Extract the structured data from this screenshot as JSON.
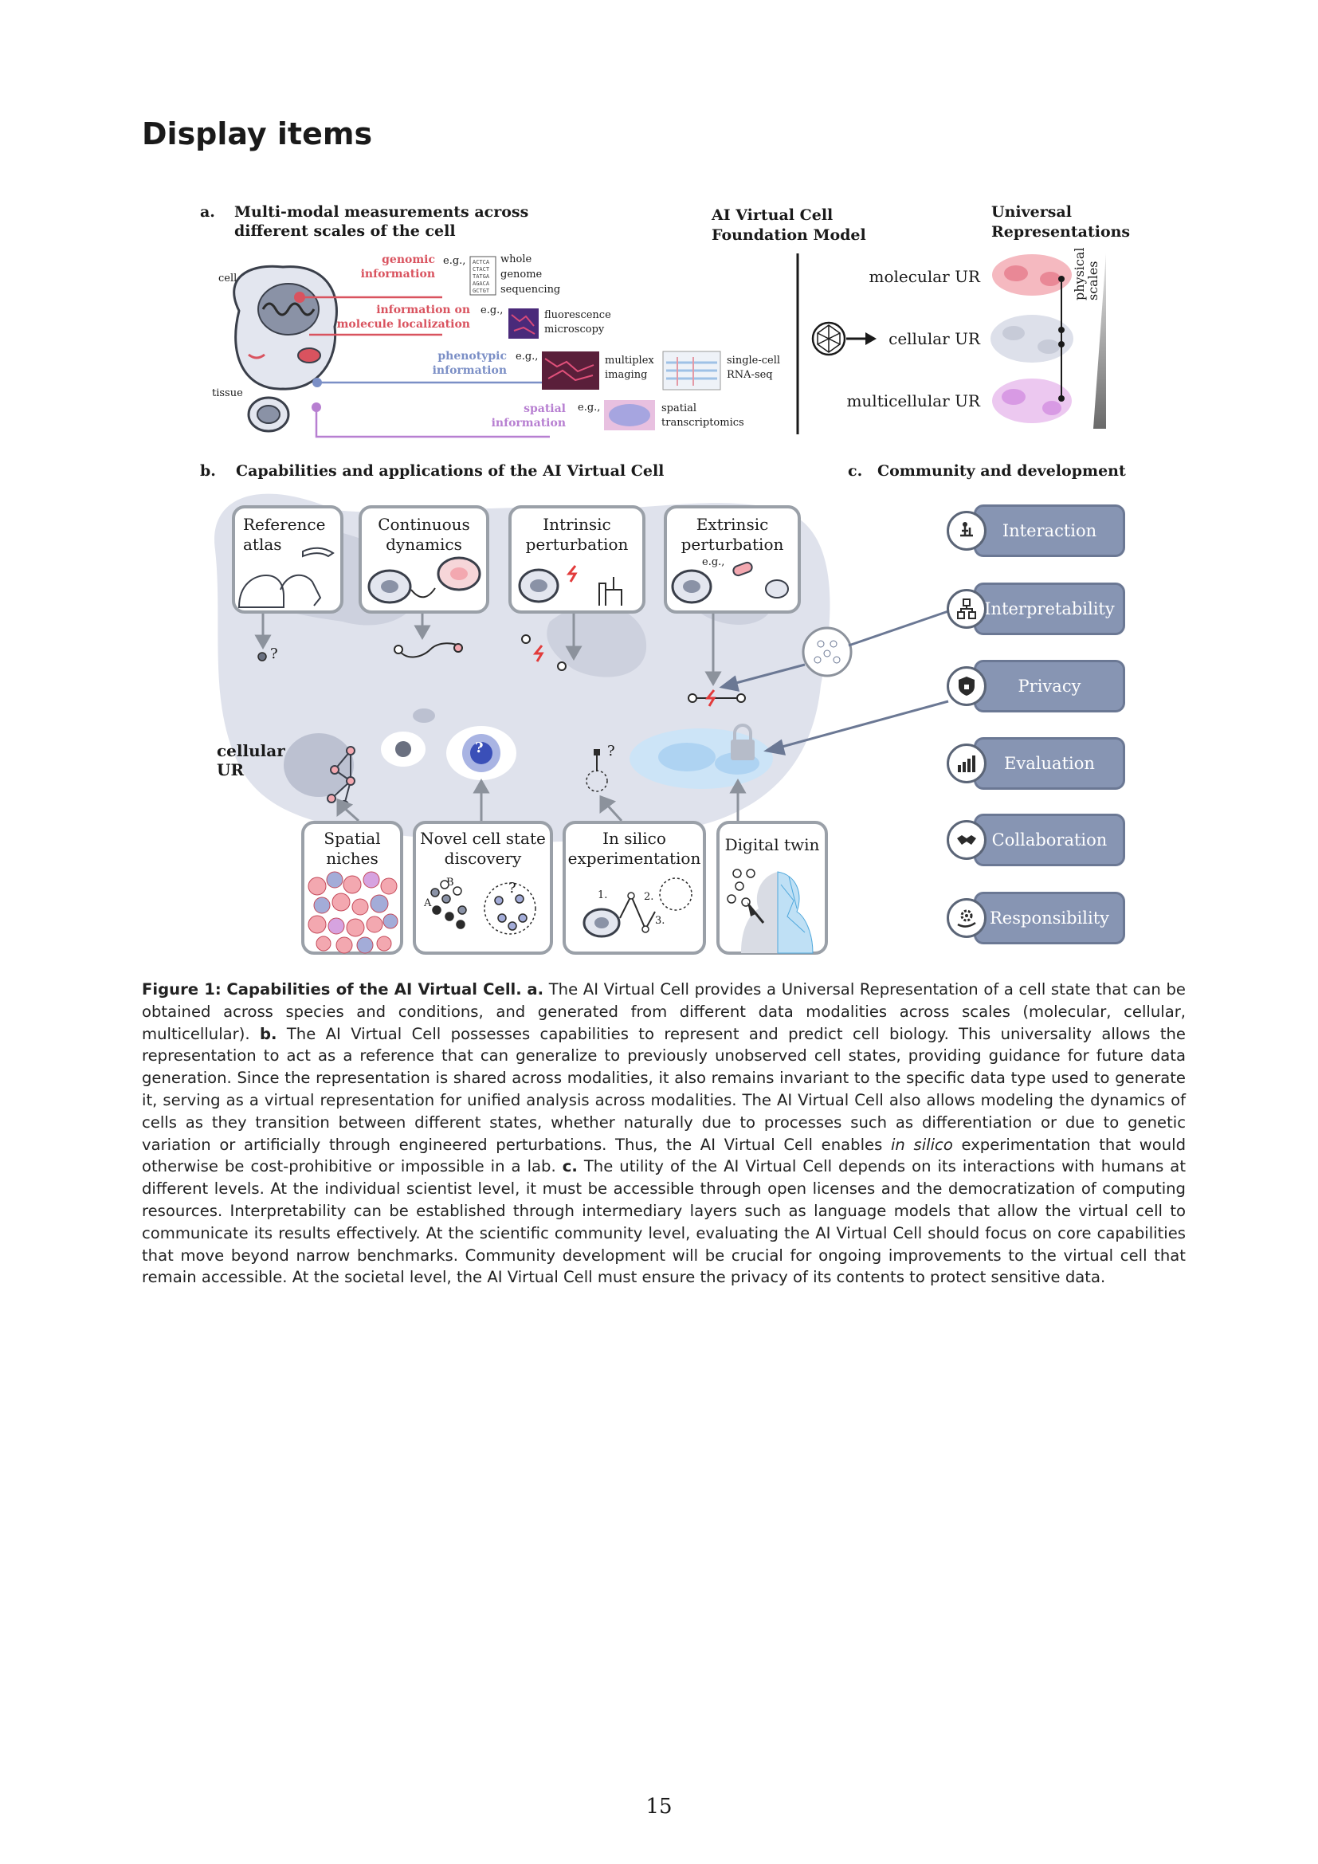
{
  "heading": "Display items",
  "panel_a": {
    "letter": "a.",
    "title_line1": "Multi-modal measurements across",
    "title_line2": "different scales of the cell",
    "cell_label": "cell",
    "tissue_label": "tissue",
    "genomic_1": "genomic",
    "genomic_2": "information",
    "localization_1": "information on",
    "localization_2": "molecule localization",
    "phenotypic_1": "phenotypic",
    "phenotypic_2": "information",
    "spatial_1": "spatial",
    "spatial_2": "information",
    "eg": "e.g.,",
    "wgs_1": "whole",
    "wgs_2": "genome",
    "wgs_3": "sequencing",
    "fluor_1": "fluorescence",
    "fluor_2": "microscopy",
    "multiplex_1": "multiplex",
    "multiplex_2": "imaging",
    "scrna_1": "single-cell",
    "scrna_2": "RNA-seq",
    "st_1": "spatial",
    "st_2": "transcriptomics",
    "model_1": "AI Virtual Cell",
    "model_2": "Foundation Model",
    "ur_1": "Universal",
    "ur_2": "Representations",
    "molecular_ur": "molecular UR",
    "cellular_ur": "cellular UR",
    "multicellular_ur": "multicellular UR",
    "physical_scales": "physical scales",
    "dna_seq": [
      "ACTCA",
      "CTACT",
      "TATGA",
      "AGACA",
      "GCTGT"
    ]
  },
  "panel_b": {
    "letter": "b.",
    "title": "Capabilities and applications of the AI Virtual Cell",
    "reference_atlas": "Reference atlas",
    "continuous_dynamics": "Continuous dynamics",
    "intrinsic_perturbation": "Intrinsic perturbation",
    "extrinsic_perturbation": "Extrinsic perturbation",
    "extrinsic_eg": "e.g.,",
    "cellular_ur": "cellular UR",
    "spatial_niches": "Spatial niches",
    "novel_cell_state": "Novel cell state discovery",
    "in_silico": "In silico experimentation",
    "digital_twin": "Digital twin",
    "label_a": "A",
    "label_b": "B",
    "step_1": "1.",
    "step_2": "2.",
    "step_3": "3.",
    "question": "?"
  },
  "panel_c": {
    "letter": "c.",
    "title": "Community and development",
    "items": [
      "Interaction",
      "Interpretability",
      "Privacy",
      "Evaluation",
      "Collaboration",
      "Responsibility"
    ]
  },
  "caption": {
    "fig_label": "Figure 1:",
    "fig_title": "Capabilities of the AI Virtual Cell.",
    "a_label": "a.",
    "a_text": "The AI Virtual Cell provides a Universal Representation of a cell state that can be obtained across species and conditions, and generated from different data modalities across scales (molecular, cellular, multicellular).",
    "b_label": "b.",
    "b_text_1": "The AI Virtual Cell possesses capabilities to represent and predict cell biology. This universality allows the representation to act as a reference that can generalize to previously unobserved cell states, providing guidance for future data generation. Since the representation is shared across modalities, it also remains invariant to the specific data type used to generate it, serving as a virtual representation for unified analysis across modalities. The AI Virtual Cell also allows modeling the dynamics of cells as they transition between different states, whether naturally due to processes such as differentiation or due to genetic variation or artificially through engineered perturbations. Thus, the AI Virtual Cell enables",
    "b_italic": "in silico",
    "b_text_2": "experimentation that would otherwise be cost-prohibitive or impossible in a lab.",
    "c_label": "c.",
    "c_text": "The utility of the AI Virtual Cell depends on its interactions with humans at different levels. At the individual scientist level, it must be accessible through open licenses and the democratization of computing resources. Interpretability can be established through intermediary layers such as language models that allow the virtual cell to communicate its results effectively. At the scientific community level, evaluating the AI Virtual Cell should focus on core capabilities that move beyond narrow benchmarks. Community development will be crucial for ongoing improvements to the virtual cell that remain accessible. At the societal level, the AI Virtual Cell must ensure the privacy of its contents to protect sensitive data."
  },
  "page_number": "15",
  "colors": {
    "genomic": "#d9535f",
    "phenotypic": "#7b8fc6",
    "spatial": "#b77fd1",
    "capability_box": "#8795b3",
    "landscape": "#dfe2ec"
  }
}
